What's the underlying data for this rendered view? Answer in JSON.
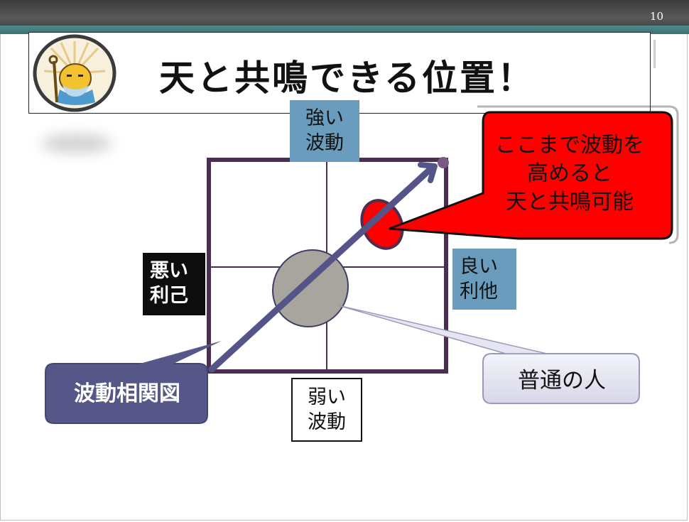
{
  "slide": {
    "page_number": "10",
    "title": "天と共鳴できる位置！",
    "accent_colors": {
      "top_bar": "#474747",
      "teal_band": "#447c7e",
      "frame_purple": "#4a2f52",
      "arrow_blue": "#545488",
      "label_blue": "#6a9dbd",
      "red_callout": "#ff0000",
      "gray_ellipse": "#a8a59f"
    }
  },
  "logo": {
    "icon": "sage-mascot-icon"
  },
  "axes": {
    "top": [
      "強い",
      "波動"
    ],
    "bottom": [
      "弱い",
      "波動"
    ],
    "left": [
      "悪い",
      "利己"
    ],
    "right": [
      "良い",
      "利他"
    ]
  },
  "callouts": {
    "resonance": [
      "ここまで波動を",
      "高めると",
      "天と共鳴可能"
    ],
    "normal_person": "普通の人",
    "diagram_name": "波動相関図"
  }
}
